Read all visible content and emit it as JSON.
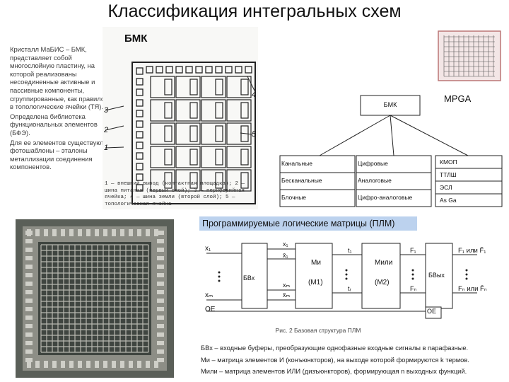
{
  "title": "Классификация интегральных схем",
  "bmk": {
    "label": "БМК",
    "description": [
      "Кристалл МаБИС – БМК, представляет собой многослойную пластину, на которой реализованы несоединенные активные и пассивные компоненты, сгруппированные, как правило, в топологические ячейки (ТЯ).",
      "Определена библиотека функциональных элементов (БФЭ).",
      "Для ее элементов существуют фотошаблоны – эталоны металлизации соединения компонентов."
    ],
    "callouts": [
      "4",
      "3",
      "2",
      "1",
      "5"
    ],
    "caption": "1 — внешний вывод (контактная площадка); 2 — шина питания (первый слой); 3 — периферийная ячейка; 4 — шина земли (второй слой); 5 — топологическая ячейка"
  },
  "mpga": {
    "label": "MPGA"
  },
  "tree": {
    "root": "БМК",
    "left_column": [
      "Канальные",
      "Бесканальные",
      "Блочные"
    ],
    "middle_column": [
      "Цифровые",
      "Аналоговые",
      "Цифро-аналоговые"
    ],
    "right_column": [
      "КМОП",
      "ТТЛШ",
      "ЭСЛ",
      "As Ga"
    ]
  },
  "plm": {
    "header": "Программируемые логические матрицы (ПЛМ)",
    "inputs": [
      "x₁",
      "xₘ",
      "OE"
    ],
    "block_labels": [
      "БВх",
      "Mи",
      "(M1)",
      "Mили",
      "(M2)",
      "БВых",
      "OE"
    ],
    "and_lines": [
      "x₁",
      "x̄₁",
      "xₘ",
      "x̄ₘ"
    ],
    "intermediate": [
      "t₁",
      "tᵣ"
    ],
    "mid_outputs": [
      "F₁",
      "Fₙ"
    ],
    "final_outputs": [
      "F₁ или F̄₁",
      "Fₙ или F̄ₙ"
    ],
    "caption": "Рис. 2 Базовая структура ПЛМ",
    "legend": [
      "БВх – входные буферы, преобразующие однофазные входные сигналы в парафазные.",
      "Mи – матрица элементов И (конъюнкторов), на выходе которой формируются k термов.",
      "Mили – матрица элементов ИЛИ (дизъюнкторов), формирующая n выходных функций."
    ]
  }
}
